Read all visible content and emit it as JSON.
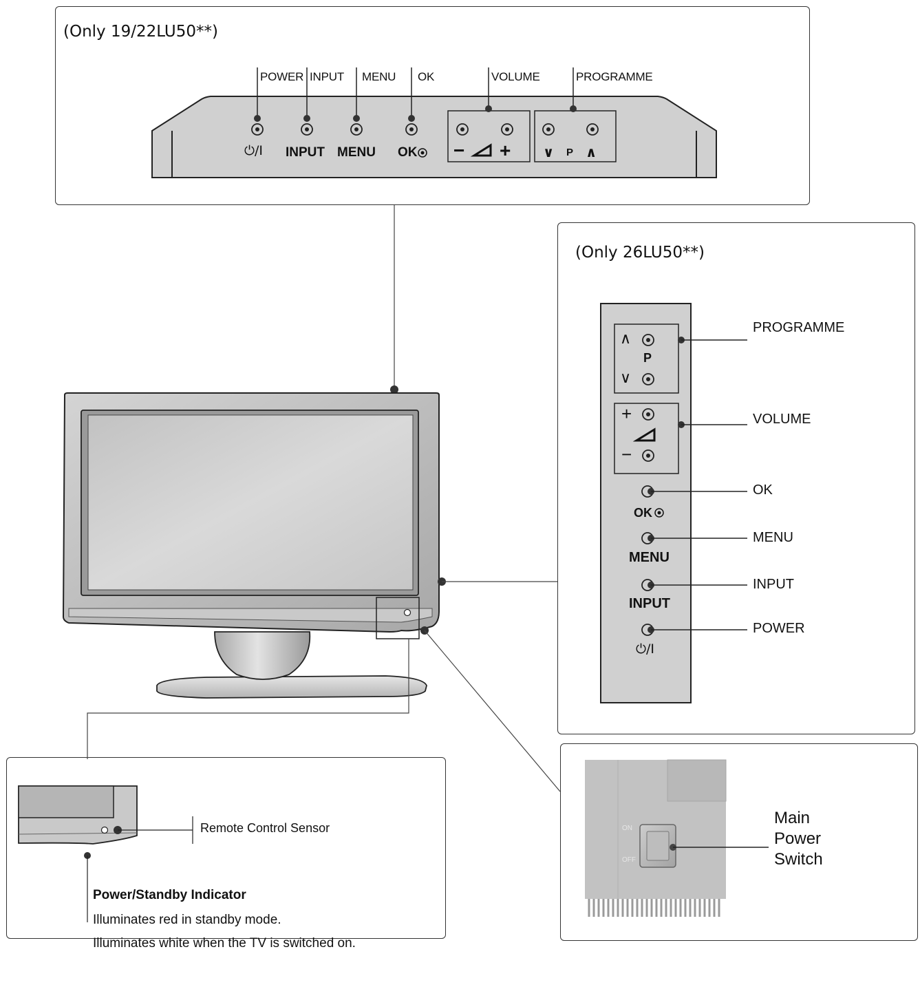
{
  "top_panel": {
    "model_note": "(Only 19/22LU50**)",
    "callouts": [
      "POWER",
      "INPUT",
      "MENU",
      "OK",
      "VOLUME",
      "PROGRAMME"
    ],
    "panel_labels": {
      "power": "⏻/I",
      "input": "INPUT",
      "menu": "MENU",
      "ok": "OK",
      "volume_minus": "−",
      "volume_plus": "+",
      "prog_down": "∨",
      "prog_p": "P",
      "prog_up": "∧"
    }
  },
  "right_panel": {
    "model_note": "(Only 26LU50**)",
    "callouts": [
      "PROGRAMME",
      "VOLUME",
      "OK",
      "MENU",
      "INPUT",
      "POWER"
    ],
    "panel_labels": {
      "prog_up": "∧",
      "prog_p": "P",
      "prog_down": "∨",
      "vol_plus": "+",
      "vol_minus": "−",
      "ok": "OK",
      "menu": "MENU",
      "input": "INPUT",
      "power": "⏻/I"
    }
  },
  "sensor_panel": {
    "sensor_label": "Remote Control Sensor",
    "indicator_title": "Power/Standby Indicator",
    "indicator_line1": "Illuminates red in standby mode.",
    "indicator_line2": "Illuminates white when the TV is switched on."
  },
  "switch_panel": {
    "label_line1": "Main",
    "label_line2": "Power",
    "label_line3": "Switch",
    "switch_on": "ON",
    "switch_off": "OFF"
  }
}
